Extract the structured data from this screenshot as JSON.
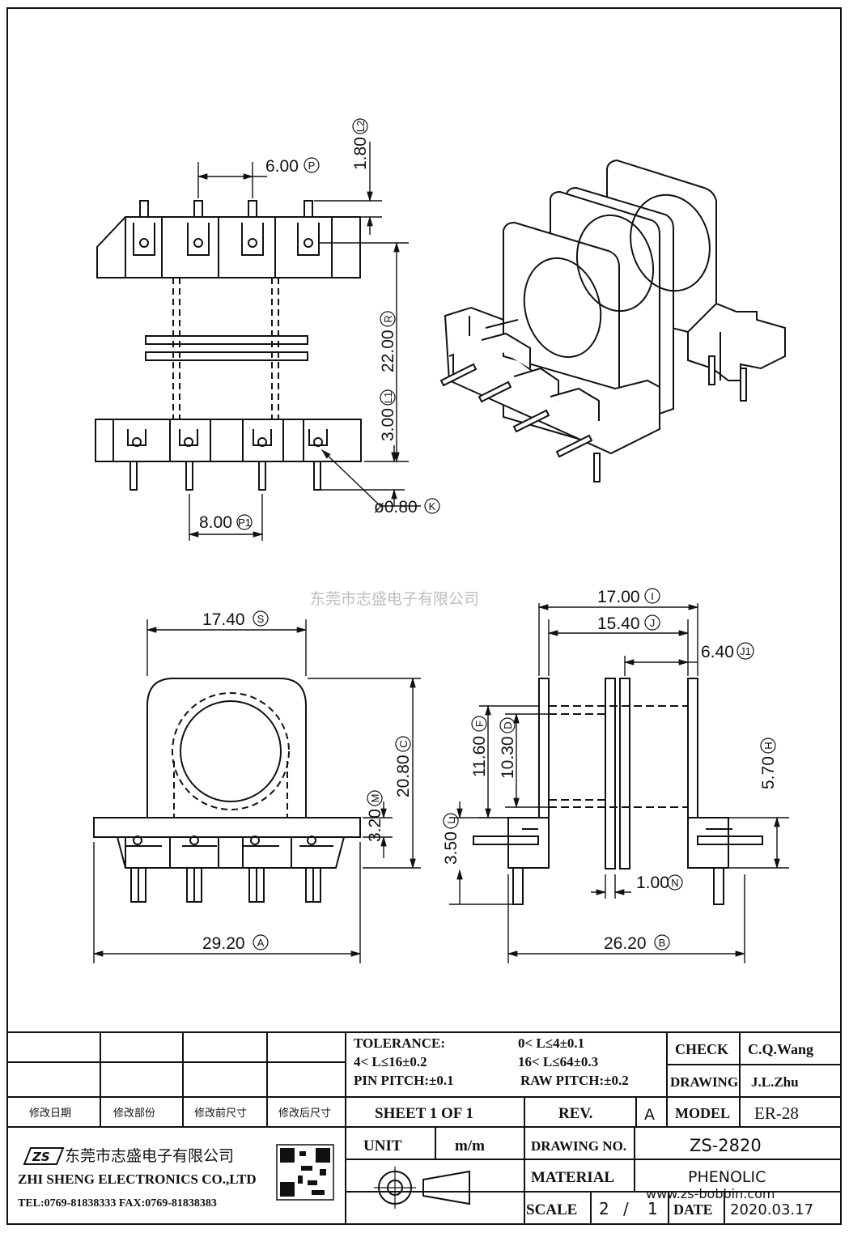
{
  "dimensions": {
    "top_pitch": "6.00",
    "top_pitch_tag": "P",
    "pin_height": "1.80",
    "pin_height_tag": "L2",
    "body_height": "22.00",
    "body_height_tag": "R",
    "base_height": "3.00",
    "base_height_tag": "L1",
    "pin_diameter": "ø0.80",
    "pin_diameter_tag": "K",
    "bottom_pitch": "8.00",
    "bottom_pitch_tag": "P1",
    "flange_width": "17.40",
    "flange_width_tag": "S",
    "center_height": "3.20",
    "center_height_tag": "M",
    "overall_height": "20.80",
    "overall_height_tag": "C",
    "overall_width": "29.20",
    "overall_width_tag": "A",
    "side_length": "17.00",
    "side_length_tag": "I",
    "inner_length": "15.40",
    "inner_length_tag": "J",
    "section_length": "6.40",
    "section_length_tag": "J1",
    "flange_height": "11.60",
    "flange_height_tag": "F",
    "core_diameter": "10.30",
    "core_diameter_tag": "D",
    "core_center": "5.70",
    "core_center_tag": "H",
    "pin_length": "3.50",
    "pin_length_tag": "L",
    "wall_thickness": "1.00",
    "wall_thickness_tag": "N",
    "side_width": "26.20",
    "side_width_tag": "B"
  },
  "watermark": "东莞市志盛电子有限公司",
  "title_block": {
    "revision_headers": [
      "修改日期",
      "修改部份",
      "修改前尺寸",
      "修改后尺寸"
    ],
    "tolerance_label": "TOLERANCE:",
    "tol_1": "0< L≤4±0.1",
    "tol_2": "4< L≤16±0.2",
    "tol_3": "16< L≤64±0.3",
    "pin_pitch": "PIN PITCH:±0.1",
    "raw_pitch": "RAW PITCH:±0.2",
    "check_label": "CHECK",
    "check_value": "C.Q.Wang",
    "drawing_label": "DRAWING",
    "drawing_value": "J.L.Zhu",
    "sheet": "SHEET 1 OF 1",
    "rev_label": "REV.",
    "rev_value": "A",
    "model_label": "MODEL",
    "model_value": "ER-28",
    "unit_label": "UNIT",
    "unit_value": "m/m",
    "drawing_no_label": "DRAWING NO.",
    "drawing_no_value": "ZS-2820",
    "material_label": "MATERIAL",
    "material_value": "PHENOLIC",
    "scale_label": "SCALE",
    "scale_num": "2",
    "scale_sep": "/",
    "scale_den": "1",
    "date_label": "DATE",
    "date_value": "2020.03.17",
    "company_cn": "东莞市志盛电子有限公司",
    "company_en": "ZHI SHENG ELECTRONICS CO.,LTD",
    "contact": "TEL:0769-81838333 FAX:0769-81838383",
    "logo_text": "ZS",
    "website": "www.zs-bobbin.com"
  }
}
